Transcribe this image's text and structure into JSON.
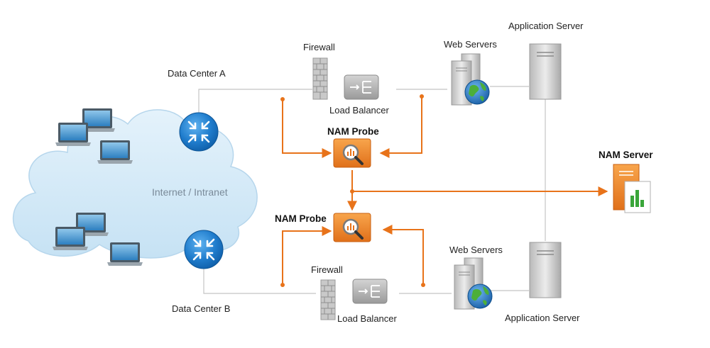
{
  "diagram": {
    "cloud_label": "Internet / Intranet",
    "data_center_a": "Data Center A",
    "data_center_b": "Data Center B",
    "firewall_top": "Firewall",
    "firewall_bottom": "Firewall",
    "load_balancer_top": "Load Balancer",
    "load_balancer_bottom": "Load Balancer",
    "web_servers_top": "Web Servers",
    "web_servers_bottom": "Web Servers",
    "app_server_top": "Application Server",
    "app_server_bottom": "Application Server",
    "nam_probe_top": "NAM Probe",
    "nam_probe_bottom": "NAM Probe",
    "nam_server": "NAM Server"
  },
  "colors": {
    "connector": "#e8731a",
    "link_gray": "#c4c4c4",
    "router_blue": "#1e7bd0",
    "probe_orange": "#f08a24"
  }
}
